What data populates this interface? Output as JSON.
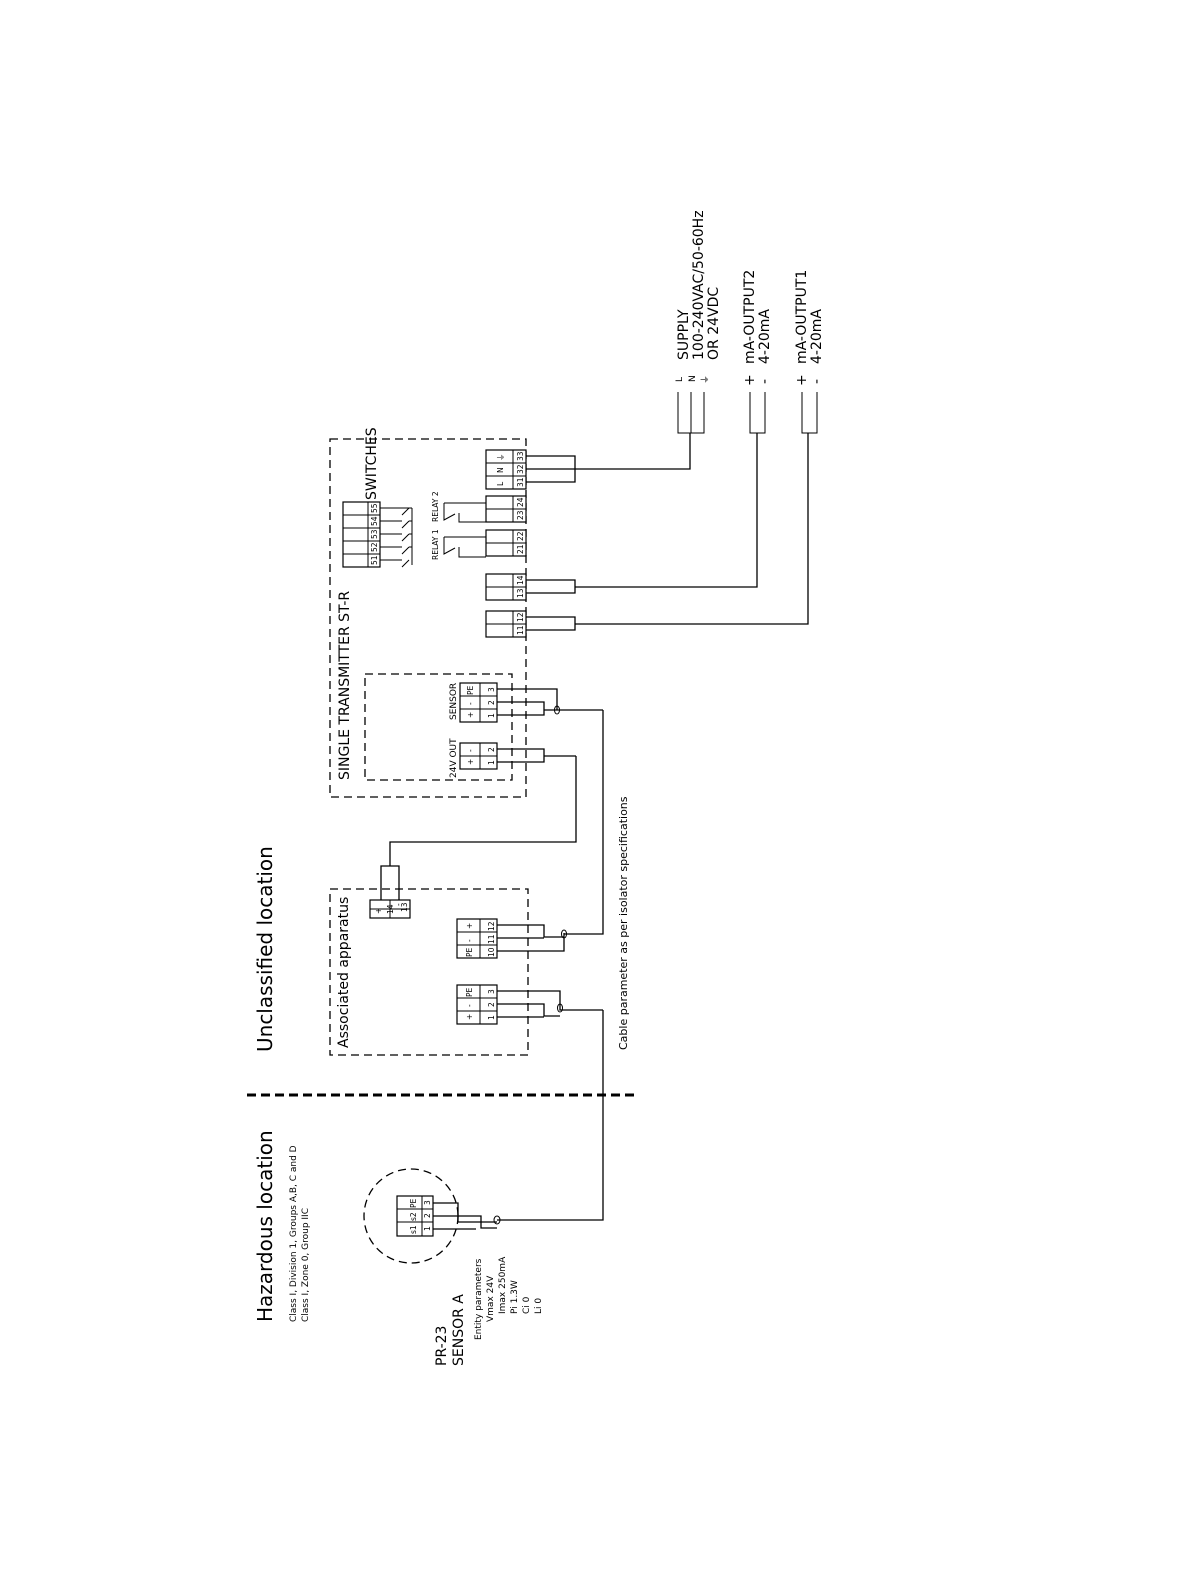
{
  "zones": {
    "hazardous_title": "Hazardous location",
    "hazardous_class1": "Class I, Division 1, Groups A,B, C and D",
    "hazardous_class2": "Class I, Zone 0, Group IIC",
    "unclassified_title": "Unclassified location"
  },
  "sensor": {
    "model": "PR-23",
    "name": "SENSOR A",
    "entity_title": "Entity parameters",
    "params": [
      "Vmax 24V",
      "Imax 250mA",
      "Pi 1.3W",
      "Ci 0",
      "Li 0"
    ],
    "terminal_labels": [
      "s1",
      "s2",
      "PE"
    ],
    "terminal_numbers": [
      "1",
      "2",
      "3"
    ]
  },
  "associated": {
    "title": "Associated apparatus",
    "block1_labels": [
      "+",
      "-",
      "PE"
    ],
    "block1_numbers": [
      "1",
      "2",
      "3"
    ],
    "block2_labels": [
      "PE",
      "-",
      "+"
    ],
    "block2_numbers": [
      "10",
      "11",
      "12"
    ],
    "block3_labels": [
      "+",
      "-"
    ],
    "block3_numbers": [
      "14",
      "13"
    ]
  },
  "cable_note": "Cable parameter as per isolator specifications",
  "transmitter": {
    "title": "SINGLE TRANSMITTER ST-R",
    "out_label": "24V OUT",
    "out_signs": [
      "+",
      "-"
    ],
    "out_numbers": [
      "1",
      "2"
    ],
    "sensor_label": "SENSOR",
    "sensor_signs": [
      "+",
      "-",
      "PE"
    ],
    "sensor_numbers": [
      "1",
      "2",
      "3"
    ],
    "switches_label": "SWITCHES",
    "switch_numbers": [
      "51",
      "52",
      "53",
      "54",
      "55"
    ],
    "relay1": "RELAY 1",
    "relay2": "RELAY 2",
    "relay1_numbers": [
      "21",
      "22"
    ],
    "relay2_numbers": [
      "23",
      "24"
    ],
    "supply_signs": [
      "L",
      "N",
      "⏚"
    ],
    "supply_numbers": [
      "31",
      "32",
      "33"
    ],
    "out2_numbers": [
      "13",
      "14"
    ],
    "out1_numbers": [
      "11",
      "12"
    ]
  },
  "supply": {
    "signs": [
      "L",
      "N",
      "⏚"
    ],
    "lines": [
      "SUPPLY",
      "100-240VAC/50-60Hz",
      "OR  24VDC"
    ]
  },
  "output2": {
    "signs": [
      "+",
      "-"
    ],
    "lines": [
      "mA-OUTPUT2",
      "4-20mA"
    ]
  },
  "output1": {
    "signs": [
      "+",
      "-"
    ],
    "lines": [
      "mA-OUTPUT1",
      "4-20mA"
    ]
  }
}
